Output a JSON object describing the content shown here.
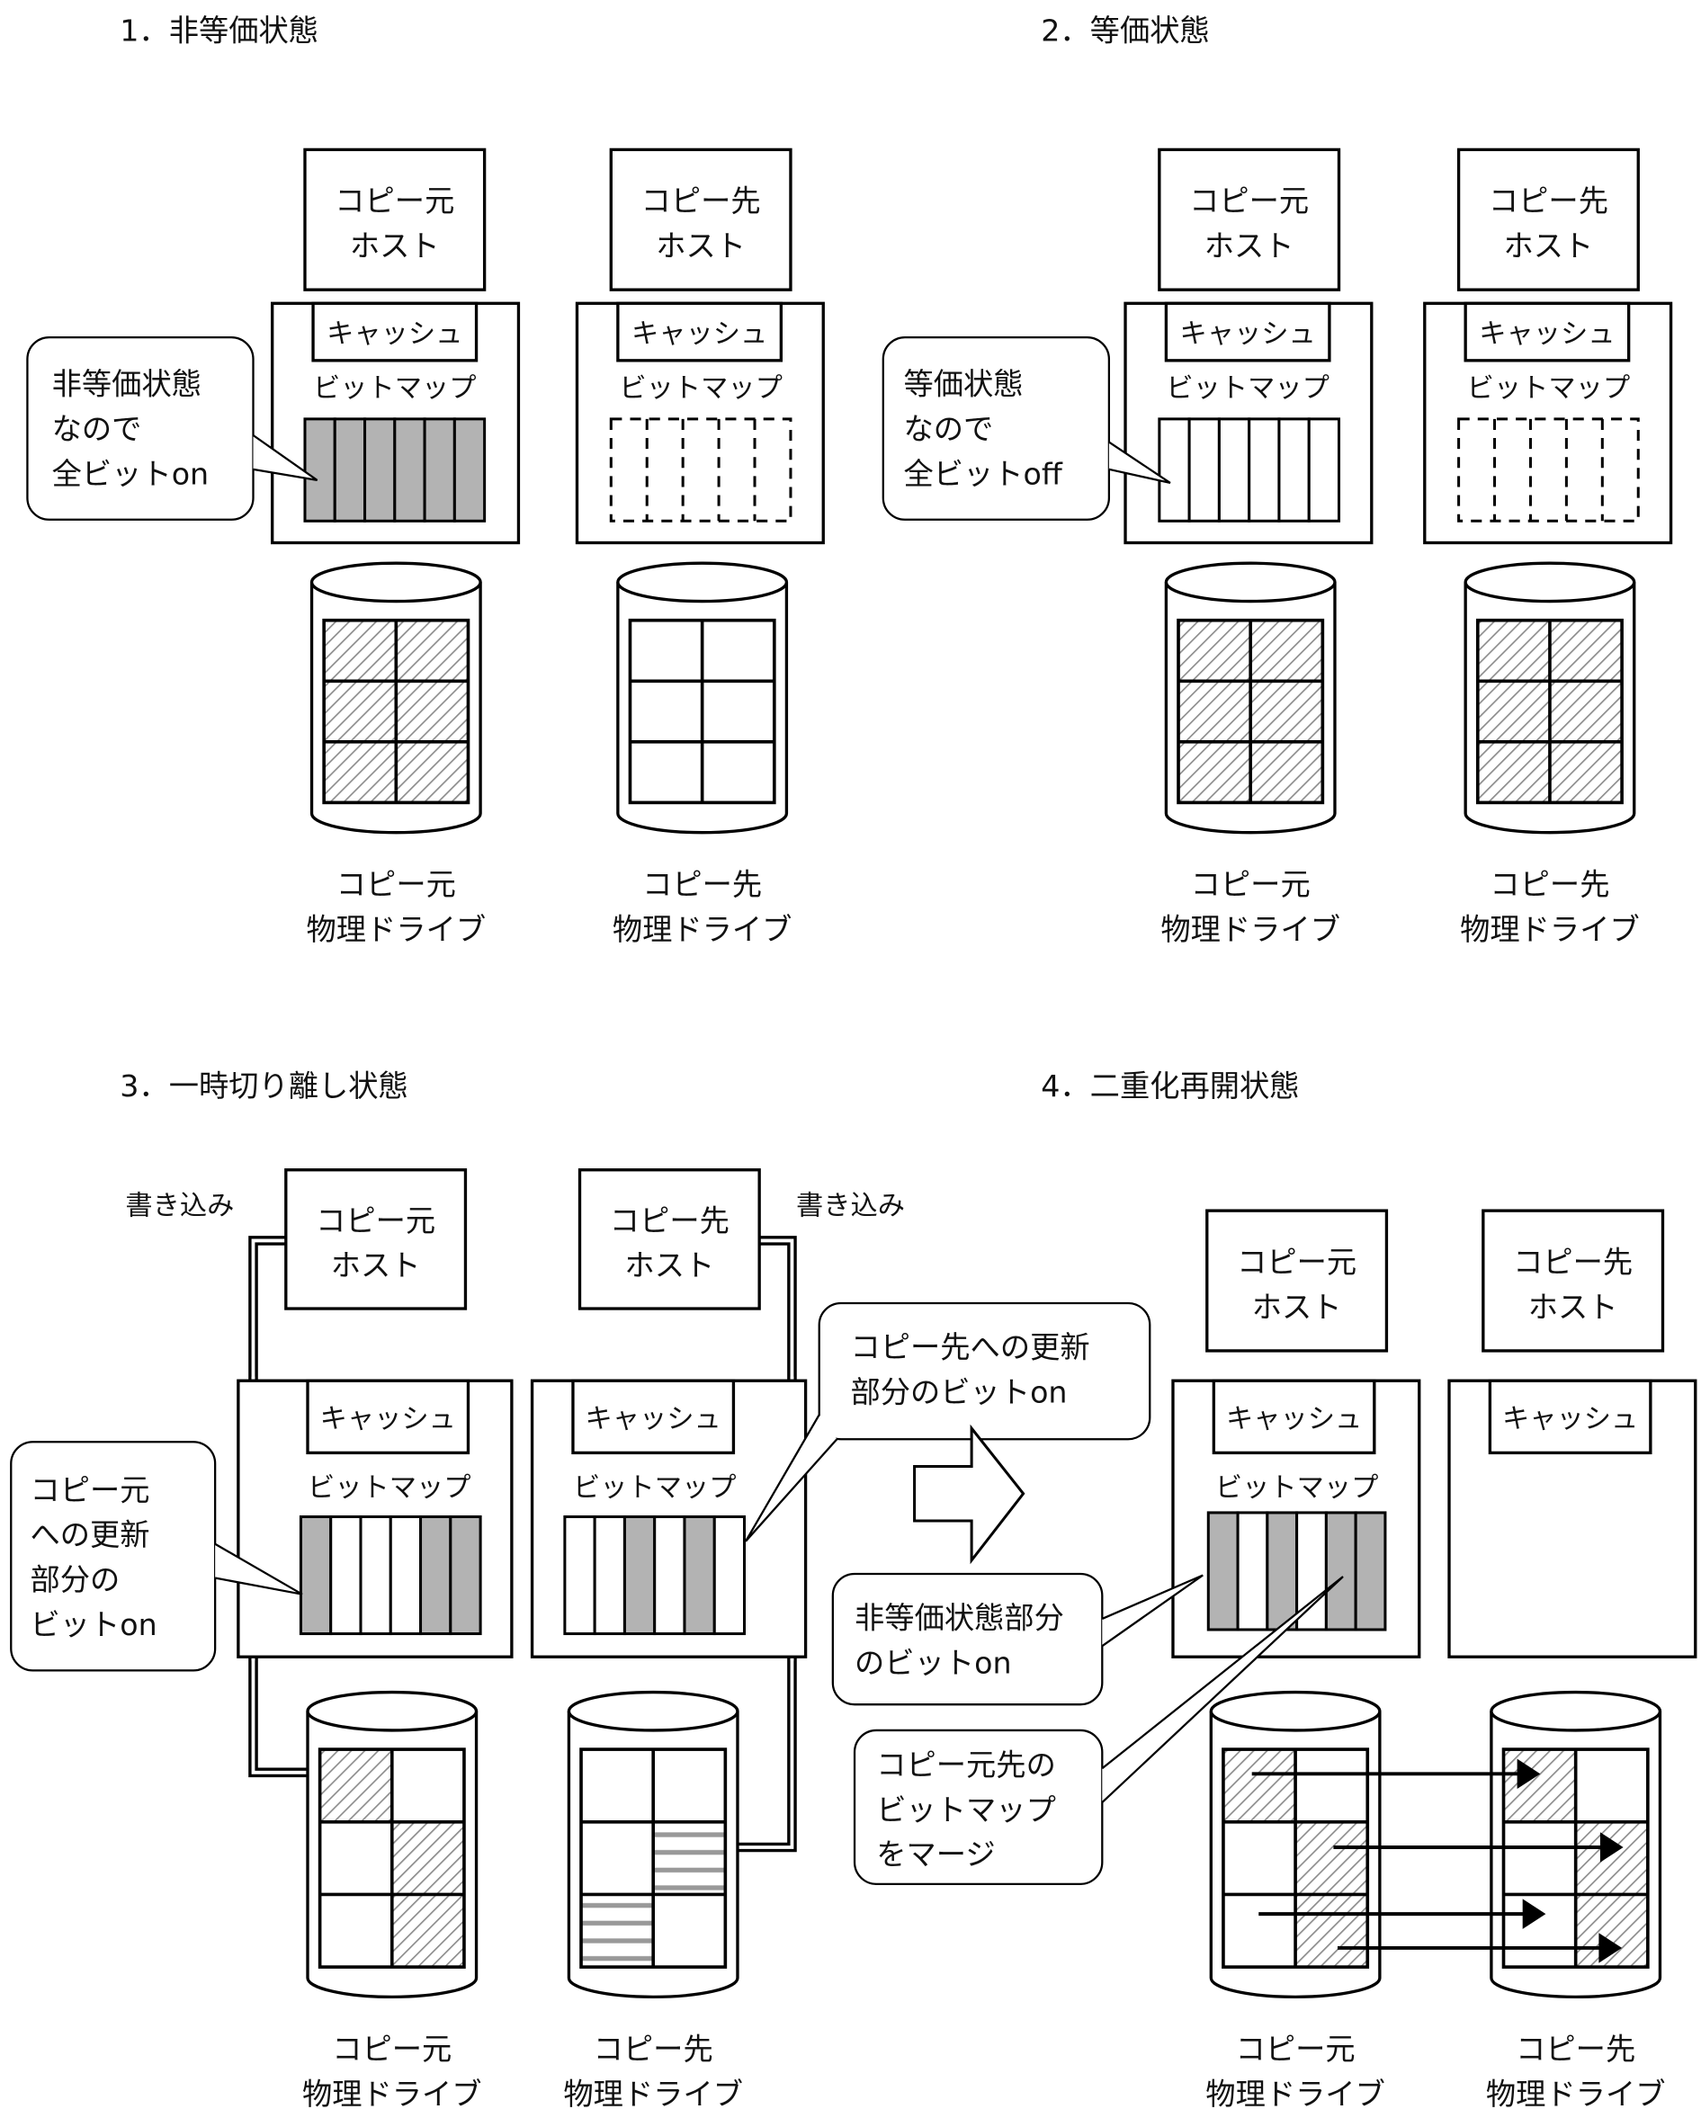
{
  "colors": {
    "stroke": "#000000",
    "bit_on": "#b3b3b3",
    "bit_off": "#ffffff",
    "hatch": "#8c8c8c",
    "stripe": "#999999"
  },
  "labels": {
    "src_host": [
      "コピー元",
      "ホスト"
    ],
    "dst_host": [
      "コピー先",
      "ホスト"
    ],
    "cache": "キャッシュ",
    "bitmap": "ビットマップ",
    "src_drive": [
      "コピー元",
      "物理ドライブ"
    ],
    "dst_drive": [
      "コピー先",
      "物理ドライブ"
    ],
    "write": "書き込み"
  },
  "panels": [
    {
      "id": 1,
      "title": "1．非等価状態",
      "callouts": [
        {
          "lines": [
            "非等価状態",
            "なので",
            "全ビットon"
          ]
        }
      ],
      "src_bitmap": {
        "style": "solid",
        "bits": [
          1,
          1,
          1,
          1,
          1,
          1
        ]
      },
      "dst_bitmap": {
        "style": "dashed",
        "bits": [
          0,
          0,
          0,
          0,
          0
        ]
      },
      "src_drive_cells": [
        "hatch",
        "hatch",
        "hatch",
        "hatch",
        "hatch",
        "hatch"
      ],
      "dst_drive_cells": [
        "empty",
        "empty",
        "empty",
        "empty",
        "empty",
        "empty"
      ]
    },
    {
      "id": 2,
      "title": "2．等価状態",
      "callouts": [
        {
          "lines": [
            "等価状態",
            "なので",
            "全ビットoff"
          ]
        }
      ],
      "src_bitmap": {
        "style": "solid",
        "bits": [
          0,
          0,
          0,
          0,
          0,
          0
        ]
      },
      "dst_bitmap": {
        "style": "dashed",
        "bits": [
          0,
          0,
          0,
          0,
          0
        ]
      },
      "src_drive_cells": [
        "hatch",
        "hatch",
        "hatch",
        "hatch",
        "hatch",
        "hatch"
      ],
      "dst_drive_cells": [
        "hatch",
        "hatch",
        "hatch",
        "hatch",
        "hatch",
        "hatch"
      ]
    },
    {
      "id": 3,
      "title": "3．一時切り離し状態",
      "callouts": [
        {
          "lines": [
            "コピー元",
            "への更新",
            "部分の",
            "ビットon"
          ]
        },
        {
          "lines": [
            "コピー先への更新",
            "部分のビットon"
          ]
        }
      ],
      "src_bitmap": {
        "style": "solid",
        "bits": [
          1,
          0,
          0,
          0,
          1,
          1
        ]
      },
      "dst_bitmap": {
        "style": "solid",
        "bits": [
          0,
          0,
          1,
          0,
          1,
          0
        ]
      },
      "src_drive_cells": [
        "hatch",
        "empty",
        "empty",
        "hatch",
        "empty",
        "hatch"
      ],
      "dst_drive_cells": [
        "empty",
        "empty",
        "empty",
        "stripe",
        "stripe",
        "empty"
      ]
    },
    {
      "id": 4,
      "title": "4．二重化再開状態",
      "callouts": [
        {
          "lines": [
            "非等価状態部分",
            "のビットon"
          ]
        },
        {
          "lines": [
            "コピー元先の",
            "ビットマップ",
            "をマージ"
          ]
        }
      ],
      "src_bitmap": {
        "style": "solid",
        "bits": [
          1,
          0,
          1,
          0,
          1,
          1
        ]
      },
      "src_drive_cells": [
        "hatch",
        "empty",
        "empty",
        "hatch",
        "empty",
        "hatch"
      ],
      "dst_drive_cells": [
        "hatch",
        "empty",
        "empty",
        "hatch",
        "empty",
        "hatch"
      ]
    }
  ]
}
